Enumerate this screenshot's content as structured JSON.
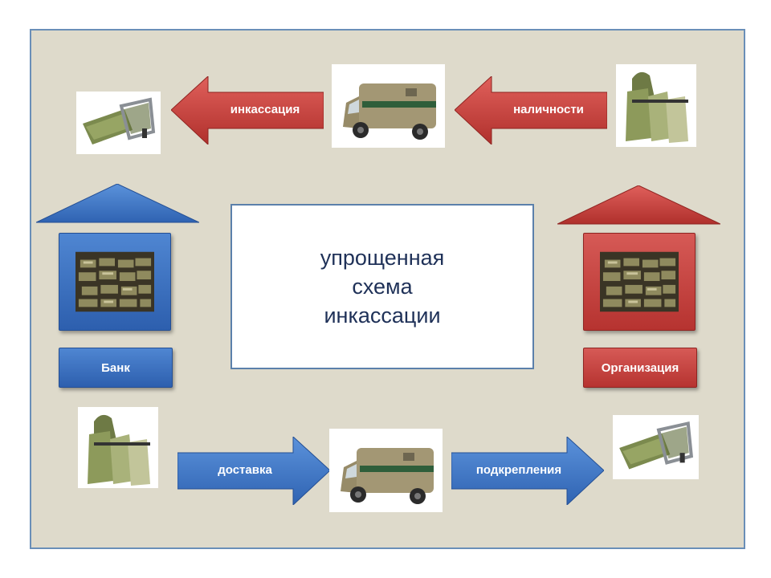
{
  "center": {
    "line1": "упрощенная",
    "line2": "схема",
    "line3": "инкассации"
  },
  "arrows": {
    "top_left": "инкассация",
    "top_right": "наличности",
    "bottom_left": "доставка",
    "bottom_right": "подкрепления"
  },
  "nodes": {
    "bank": "Банк",
    "organization": "Организация"
  },
  "colors": {
    "frame_bg": "#dedacb",
    "frame_border": "#6a8fb8",
    "blue_accent": "#3a6fc0",
    "red_accent": "#c23f3b",
    "center_text": "#1f3158"
  },
  "icons": {
    "bag_open": "open-cash-bag-icon",
    "bags_stack": "cash-bags-stack-icon",
    "van": "armored-van-icon",
    "money": "money-stacks-icon"
  }
}
